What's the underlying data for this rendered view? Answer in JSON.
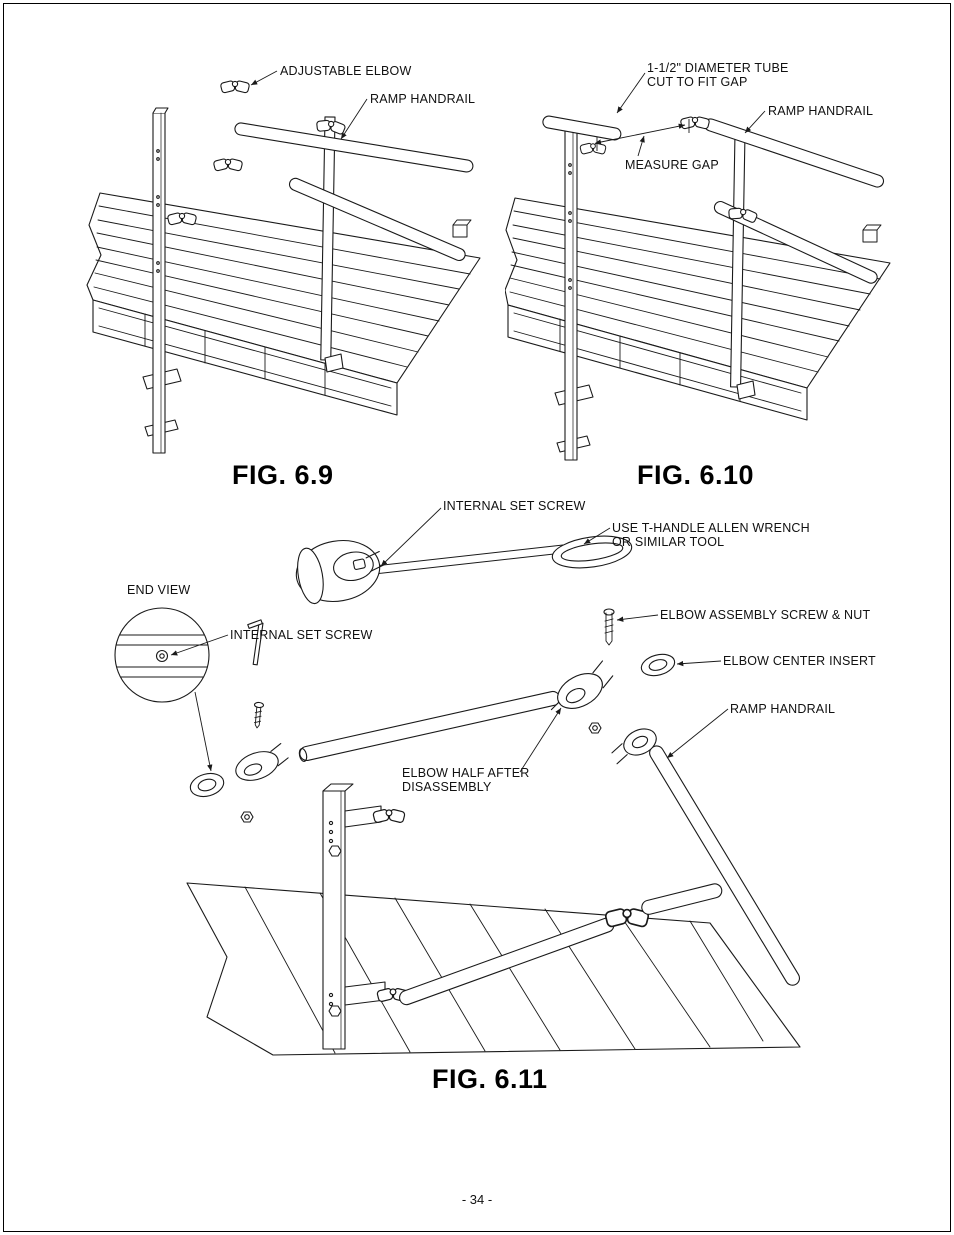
{
  "page": {
    "footer": "- 34 -"
  },
  "colors": {
    "ink": "#1a1a1a",
    "paper": "#ffffff"
  },
  "fig_6_9": {
    "caption": "FIG. 6.9",
    "labels": {
      "adjustable_elbow": "ADJUSTABLE ELBOW",
      "ramp_handrail": "RAMP HANDRAIL"
    }
  },
  "fig_6_10": {
    "caption": "FIG. 6.10",
    "labels": {
      "tube_line1": "1-1/2\" DIAMETER TUBE",
      "tube_line2": "CUT TO FIT GAP",
      "ramp_handrail": "RAMP HANDRAIL",
      "measure_gap": "MEASURE GAP"
    }
  },
  "fig_6_11": {
    "caption": "FIG. 6.11",
    "labels": {
      "internal_set_screw_top": "INTERNAL SET SCREW",
      "wrench_line1": "USE T-HANDLE ALLEN WRENCH",
      "wrench_line2": "OR SIMILAR TOOL",
      "end_view": "END VIEW",
      "internal_set_screw_side": "INTERNAL SET SCREW",
      "elbow_assembly_screw_nut": "ELBOW ASSEMBLY SCREW & NUT",
      "elbow_center_insert": "ELBOW CENTER INSERT",
      "ramp_handrail": "RAMP HANDRAIL",
      "elbow_half_line1": "ELBOW HALF AFTER",
      "elbow_half_line2": "DISASSEMBLY"
    }
  }
}
